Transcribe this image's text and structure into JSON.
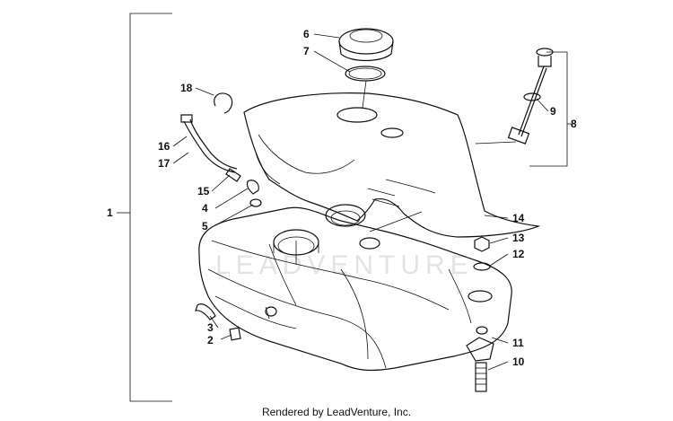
{
  "watermark": "LEADVENTURE",
  "footer": "Rendered by LeadVenture, Inc.",
  "callouts": {
    "c1": "1",
    "c2": "2",
    "c3": "3",
    "c4": "4",
    "c5": "5",
    "c6": "6",
    "c7": "7",
    "c8": "8",
    "c9": "9",
    "c10": "10",
    "c11": "11",
    "c12": "12",
    "c13": "13",
    "c14": "14",
    "c15": "15",
    "c16": "16",
    "c17": "17",
    "c18": "18"
  }
}
